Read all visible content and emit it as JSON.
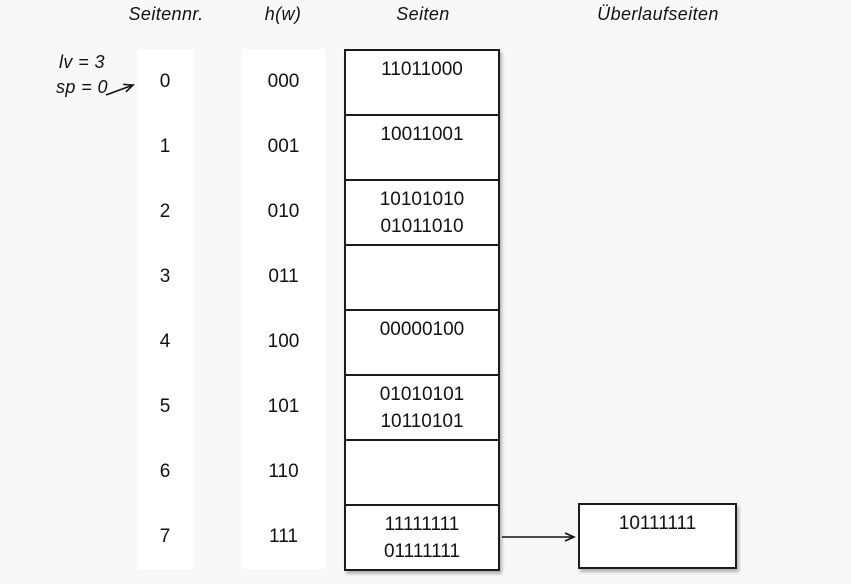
{
  "headers": {
    "seitennr": "Seitennr.",
    "hw": "h(w)",
    "seiten": "Seiten",
    "ueberlauf": "Überlaufseiten"
  },
  "annotation": {
    "line1": "lv = 3",
    "line2": "sp = 0"
  },
  "rows": [
    {
      "nr": "0",
      "hw": "000",
      "values": [
        "11011000"
      ]
    },
    {
      "nr": "1",
      "hw": "001",
      "values": [
        "10011001"
      ]
    },
    {
      "nr": "2",
      "hw": "010",
      "values": [
        "10101010",
        "01011010"
      ]
    },
    {
      "nr": "3",
      "hw": "011",
      "values": []
    },
    {
      "nr": "4",
      "hw": "100",
      "values": [
        "00000100"
      ]
    },
    {
      "nr": "5",
      "hw": "101",
      "values": [
        "01010101",
        "10110101"
      ]
    },
    {
      "nr": "6",
      "hw": "110",
      "values": []
    },
    {
      "nr": "7",
      "hw": "111",
      "values": [
        "11111111",
        "01111111"
      ]
    }
  ],
  "overflow_pages": [
    {
      "row": "7",
      "values": [
        "10111111"
      ]
    }
  ],
  "colors": {
    "background": "#f8f8f8",
    "panel": "#ffffff",
    "border": "#1c1c1c",
    "text": "#121212"
  }
}
